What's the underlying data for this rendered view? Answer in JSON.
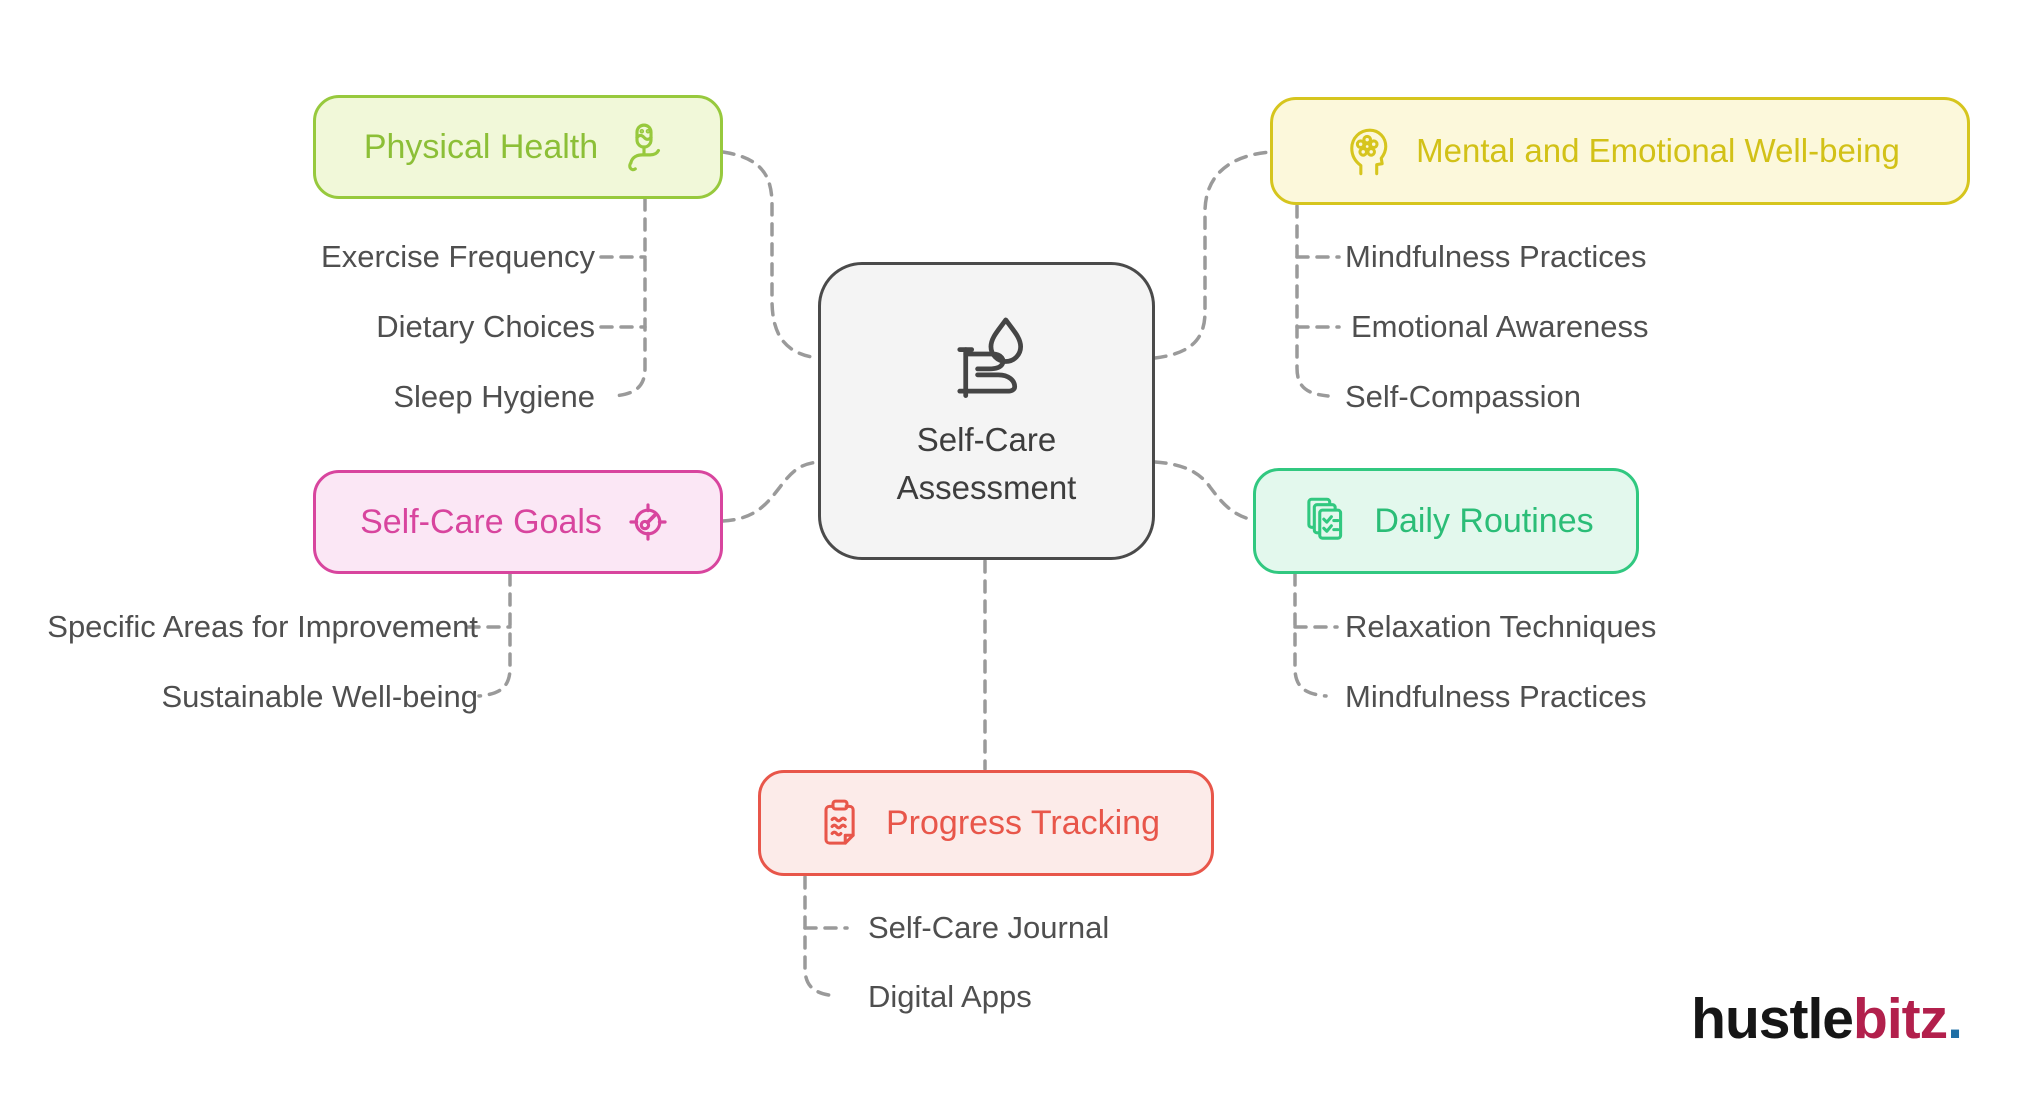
{
  "center": {
    "label": "Self-Care Assessment",
    "icon": "hand-water-drop-icon"
  },
  "branches": {
    "physical_health": {
      "label": "Physical Health",
      "icon": "hand-holding-person-icon",
      "accent": "#97c93d",
      "background": "#f1f8d9",
      "children": [
        "Exercise Frequency",
        "Dietary Choices",
        "Sleep Hygiene"
      ]
    },
    "mental_wellbeing": {
      "label": "Mental and Emotional Well-being",
      "icon": "head-flower-icon",
      "accent": "#d6c51e",
      "background": "#fcf8db",
      "children": [
        "Mindfulness Practices",
        "Emotional Awareness",
        "Self-Compassion"
      ]
    },
    "self_care_goals": {
      "label": "Self-Care Goals",
      "icon": "target-gauge-icon",
      "accent": "#d8459e",
      "background": "#fbe7f5",
      "children": [
        "Specific Areas for Improvement",
        "Sustainable Well-being"
      ]
    },
    "daily_routines": {
      "label": "Daily Routines",
      "icon": "checklist-stack-icon",
      "accent": "#31c880",
      "background": "#e3f8ed",
      "children": [
        "Relaxation Techniques",
        "Mindfulness Practices"
      ]
    },
    "progress_tracking": {
      "label": "Progress Tracking",
      "icon": "clipboard-notes-icon",
      "accent": "#e8564a",
      "background": "#fcebe9",
      "children": [
        "Self-Care Journal",
        "Digital Apps"
      ]
    }
  },
  "connector_color": "#9a9a9a",
  "logo": {
    "word_black": "hustle",
    "word_crimson": "bitz",
    "dot": ".",
    "black_color": "#161616",
    "crimson_color": "#b2204c",
    "dot_color": "#1e6fa5"
  }
}
